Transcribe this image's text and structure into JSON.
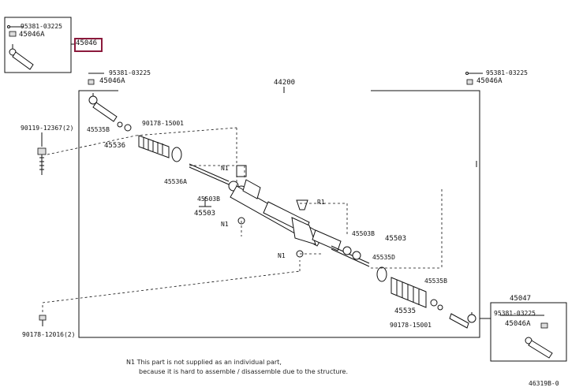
{
  "labels": {
    "tl_bolt": "95381-03225",
    "tl_nut": "45046A",
    "tl_box": "45046",
    "tl2_bolt": "95381-03225",
    "tl2_nut": "45046A",
    "main": "44200",
    "tr_bolt": "95381-03225",
    "tr_nut": "45046A",
    "bolt_left": "90119-12367(2)",
    "p_45535B_l": "45535B",
    "p_90178_l": "90178-15001",
    "p_45536": "45536",
    "p_45536A": "45536A",
    "p_n1_a": "N1",
    "p_45503B_l": "45503B",
    "p_45503_l": "45503",
    "p_r1": "R1",
    "p_n1_b": "N1",
    "p_45503B_r": "45503B",
    "p_45503_r": "45503",
    "p_n1_c": "N1",
    "p_45535D": "45535D",
    "p_45535B_r": "45535B",
    "p_45535": "45535",
    "p_90178_r": "90178-15001",
    "p_90178_b": "90178-12016(2)",
    "br_box": "45047",
    "br_bolt": "95381-03225",
    "br_nut": "45046A",
    "ref": "46319B-0"
  },
  "note": {
    "line1": "N1  This part is not supplied as an individual part,",
    "line2": "because it is hard to assemble / disassemble due to the structure."
  },
  "colors": {
    "highlight": "#8b1a3c",
    "ink": "#111111"
  }
}
